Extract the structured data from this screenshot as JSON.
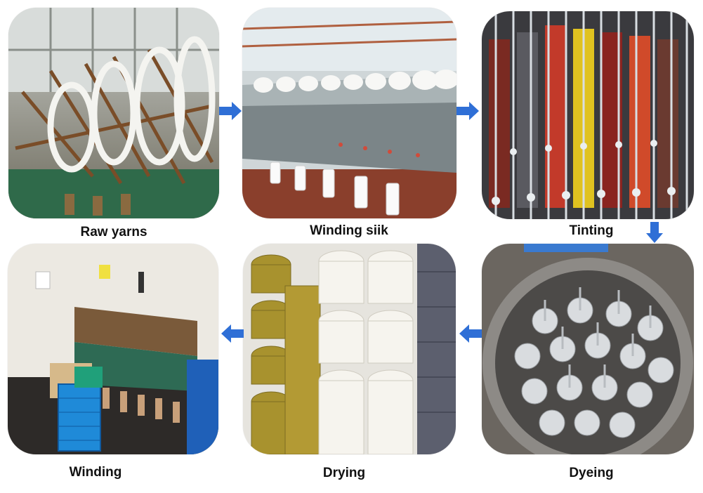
{
  "steps": [
    {
      "label": "Raw yarns"
    },
    {
      "label": "Winding siik"
    },
    {
      "label": "Tinting"
    },
    {
      "label": "Dyeing"
    },
    {
      "label": "Drying"
    },
    {
      "label": "Winding"
    }
  ],
  "colors": {
    "arrow": "#2f6fd6",
    "label": "#111111"
  },
  "icons": {
    "arrow_right": "arrow-right-icon",
    "arrow_down": "arrow-down-icon",
    "arrow_left": "arrow-left-icon"
  }
}
